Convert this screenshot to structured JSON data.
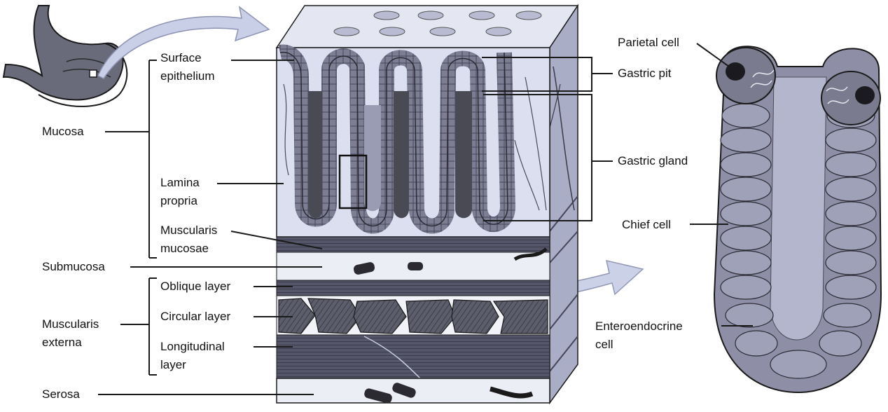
{
  "labels": {
    "mucosa": "Mucosa",
    "surface_epithelium": [
      "Surface",
      "epithelium"
    ],
    "lamina_propria": [
      "Lamina",
      "propria"
    ],
    "muscularis_mucosae": [
      "Muscularis",
      "mucosae"
    ],
    "submucosa": "Submucosa",
    "oblique_layer": "Oblique layer",
    "circular_layer": "Circular layer",
    "longitudinal_layer": [
      "Longitudinal",
      "layer"
    ],
    "muscularis_externa": [
      "Muscularis",
      "externa"
    ],
    "serosa": "Serosa",
    "parietal_cell": "Parietal cell",
    "gastric_pit": "Gastric pit",
    "gastric_gland": "Gastric gland",
    "chief_cell": "Chief cell",
    "enteroendocrine_cell": [
      "Enteroendocrine",
      "cell"
    ]
  },
  "colors": {
    "tissue_dark": "#4a4a55",
    "tissue_mid": "#8e8fa6",
    "tissue_light": "#d9dcee",
    "arrow": "#c9cfe6",
    "line": "#1a1a1a"
  }
}
